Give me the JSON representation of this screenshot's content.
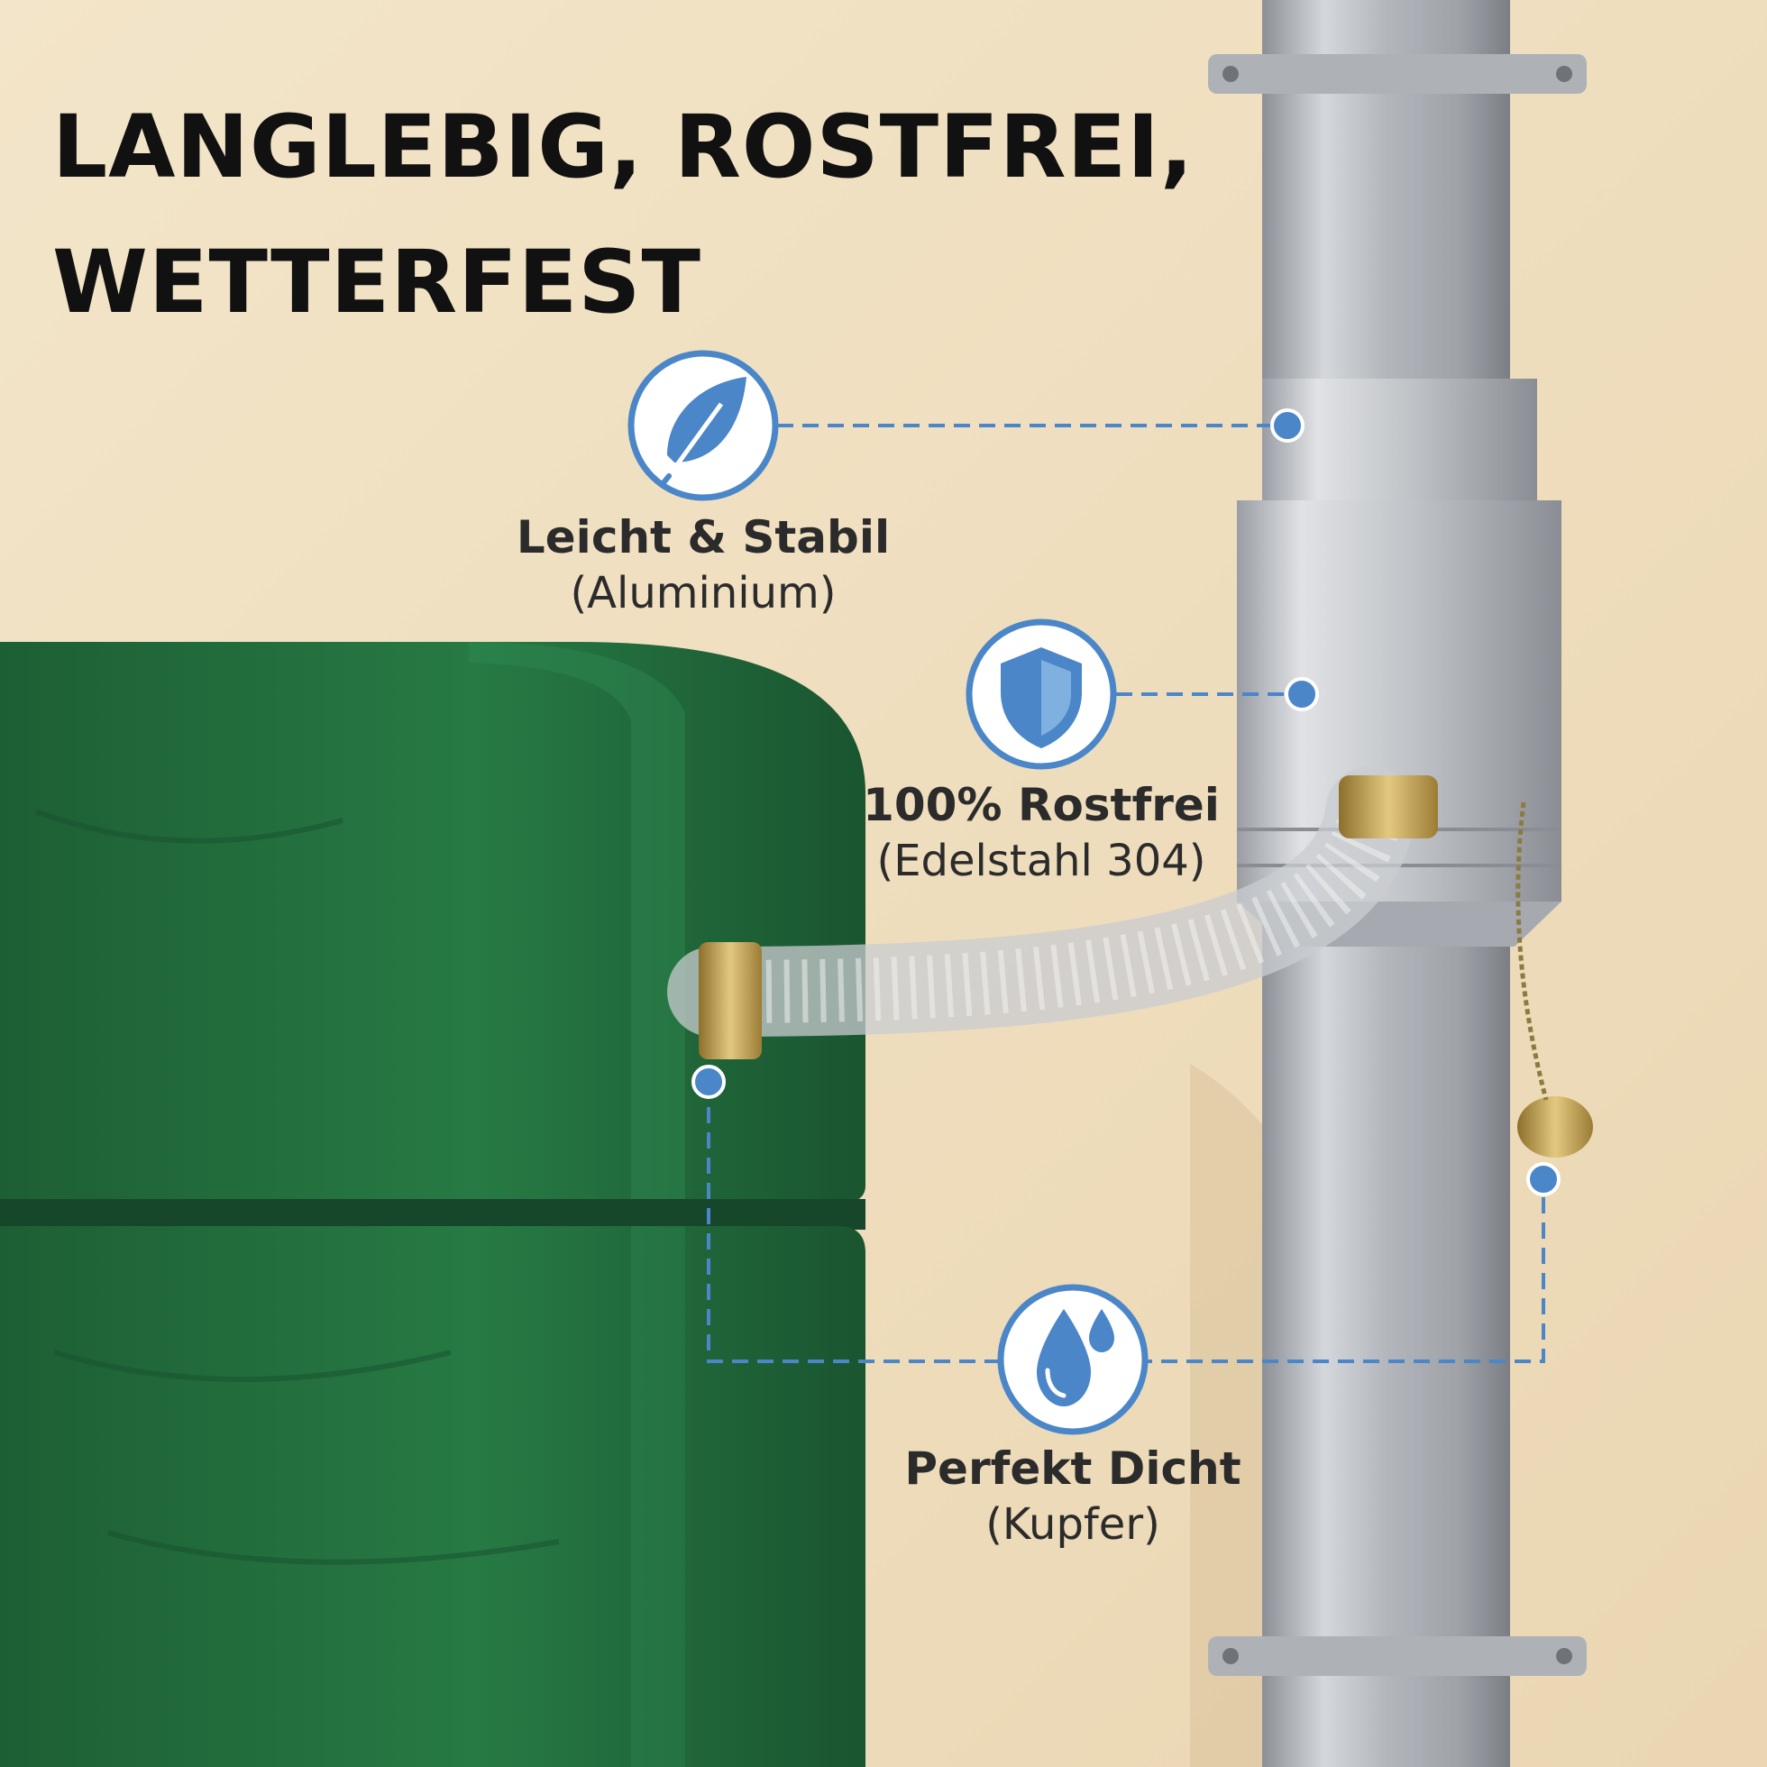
{
  "headline": {
    "line1": "LANGLEBIG, ROSTFREI,",
    "line2": "WETTERFEST"
  },
  "features": [
    {
      "title": "Leicht & Stabil",
      "subtitle": "(Aluminium)",
      "icon": "feather-icon"
    },
    {
      "title": "100% Rostfrei",
      "subtitle": "(Edelstahl 304)",
      "icon": "shield-icon"
    },
    {
      "title": "Perfekt Dicht",
      "subtitle": "(Kupfer)",
      "icon": "water-drops-icon"
    }
  ],
  "colors": {
    "accent": "#4a86c8",
    "wall": "#f2e3c6",
    "tank": "#1f6a3a",
    "pipe": "#b8bcc1",
    "brass": "#c7a555",
    "text": "#111111"
  }
}
